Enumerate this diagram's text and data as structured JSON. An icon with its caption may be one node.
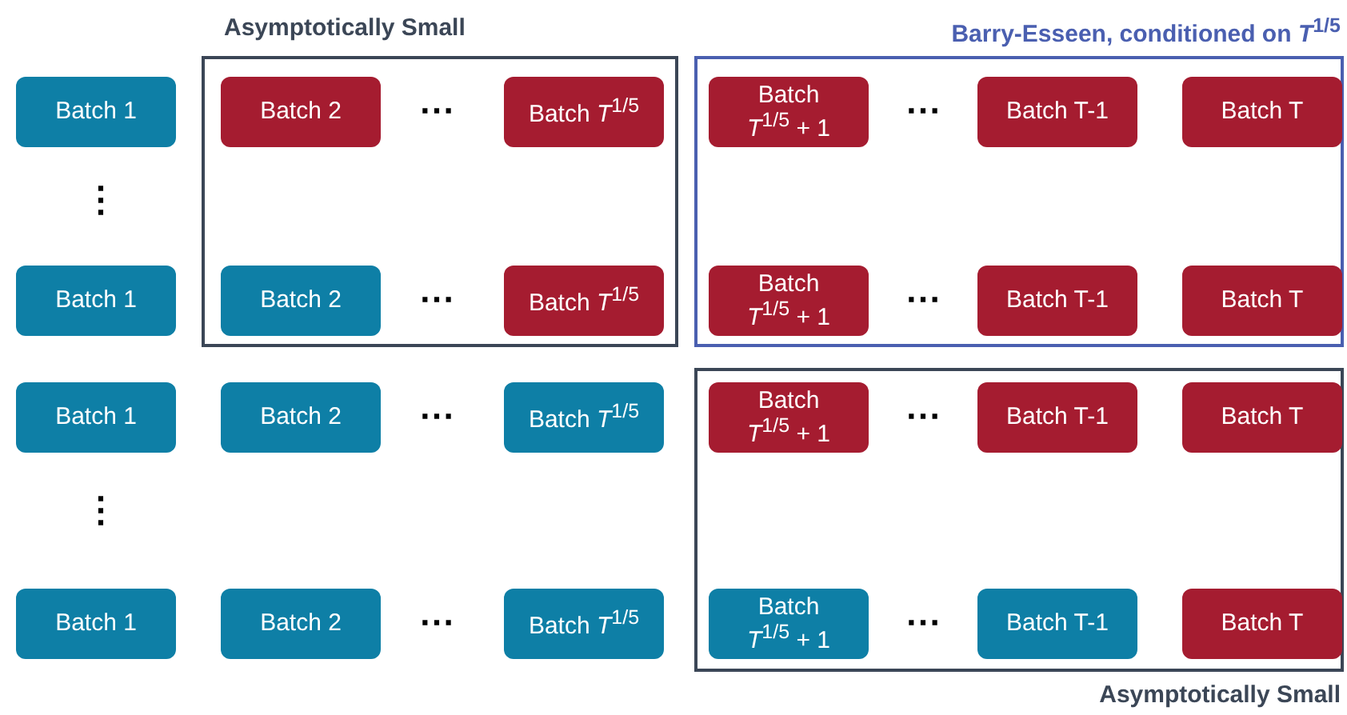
{
  "diagram": {
    "nodes": [
      {
        "text": [
          "Asymptotically Small"
        ]
      },
      {
        "text": [
          "Barry-Esseen, conditioned on *T*$^{1/5}$"
        ]
      },
      {
        "text": [
          "Asymptotically Small"
        ]
      },
      {
        "text": [
          "Batch 1"
        ]
      },
      {
        "text": [
          "Batch 2"
        ],
        "in": 0
      },
      {
        "text": [
          "Batch *T*$^{1/5}$"
        ],
        "in": 0
      },
      {
        "text": [
          "Batch *T*$^{1/5}$ + 1"
        ],
        "in": 1
      },
      {
        "text": [
          "Batch T-1"
        ],
        "in": 1
      },
      {
        "text": [
          "Batch T"
        ],
        "in": 1
      },
      {
        "text": [
          "Batch 1"
        ]
      },
      {
        "text": [
          "Batch 2"
        ],
        "in": 0
      },
      {
        "text": [
          "Batch *T*$^{1/5}$"
        ],
        "in": 0
      },
      {
        "text": [
          "Batch *T*$^{1/5}$ + 1"
        ],
        "in": 1
      },
      {
        "text": [
          "Batch T-1"
        ],
        "in": 1
      },
      {
        "text": [
          "Batch T"
        ],
        "in": 1
      },
      {
        "text": [
          "Batch 1"
        ]
      },
      {
        "text": [
          "Batch 2"
        ]
      },
      {
        "text": [
          "Batch *T*$^{1/5}$"
        ]
      },
      {
        "text": [
          "Batch *T*$^{1/5}$ + 1"
        ],
        "in": 2
      },
      {
        "text": [
          "Batch T-1"
        ],
        "in": 2
      },
      {
        "text": [
          "Batch T"
        ],
        "in": 2
      },
      {
        "text": [
          "Batch 1"
        ]
      },
      {
        "text": [
          "Batch 2"
        ]
      },
      {
        "text": [
          "Batch *T*$^{1/5}$"
        ]
      },
      {
        "text": [
          "Batch *T*$^{1/5}$ + 1"
        ],
        "in": 2
      },
      {
        "text": [
          "Batch T-1"
        ],
        "in": 2
      },
      {
        "text": [
          "Batch T"
        ],
        "in": 2
      }
    ],
    "edges": [],
    "labels": [
      "⋯",
      "⋯",
      "⋮",
      "⋯",
      "⋯",
      "⋯",
      "⋯",
      "⋮",
      "⋯",
      "⋯"
    ]
  }
}
